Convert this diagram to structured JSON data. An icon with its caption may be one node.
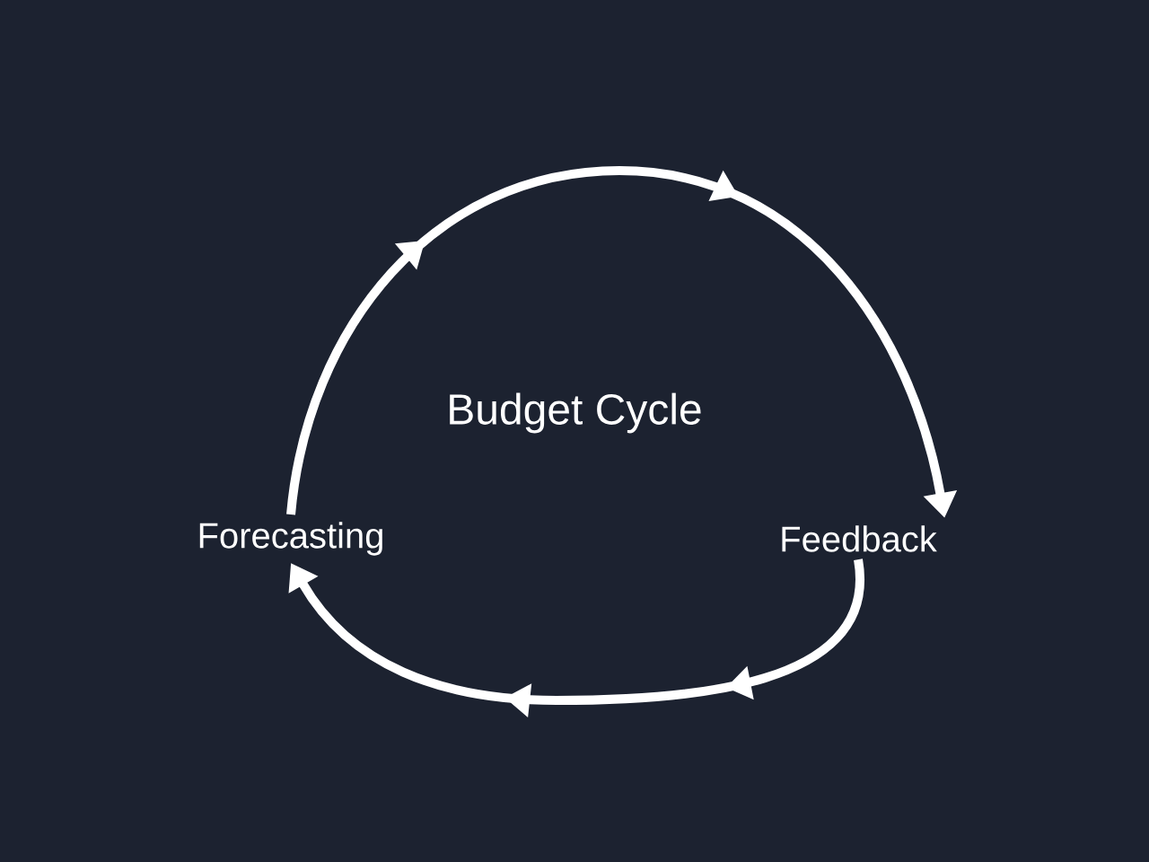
{
  "diagram": {
    "title": "Budget Cycle",
    "nodes": [
      {
        "text": [
          "Forecasting"
        ]
      },
      {
        "text": [
          "Feedback"
        ]
      }
    ],
    "edges": [
      {
        "from": 0,
        "to": 1,
        "arrow": "to"
      },
      {
        "from": 1,
        "to": 0,
        "arrow": "to"
      }
    ]
  }
}
